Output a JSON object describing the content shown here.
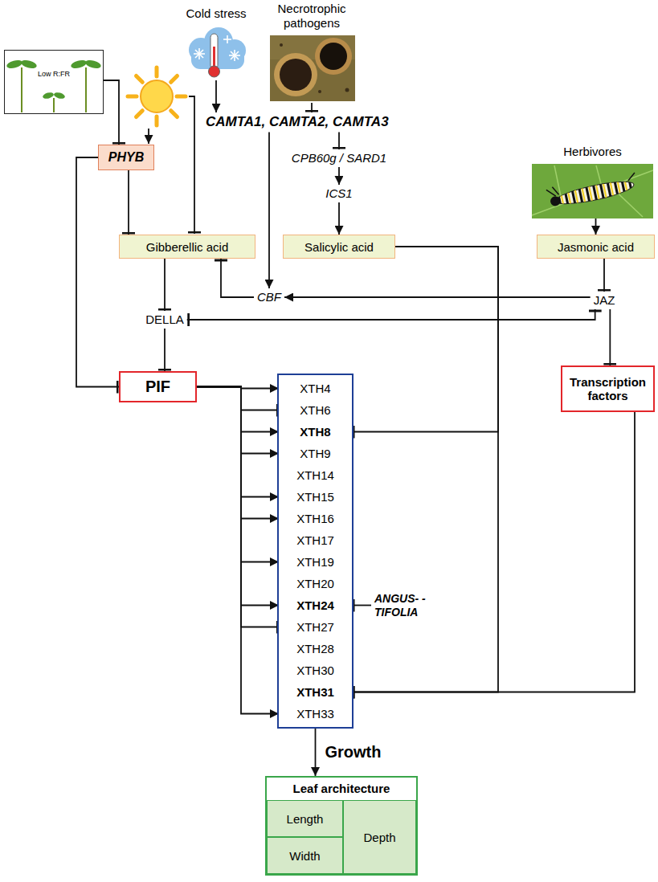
{
  "diagram": {
    "nodes": [
      {
        "text": [
          "Cold stress"
        ]
      },
      {
        "text": [
          "Necrotrophic pathogens"
        ]
      },
      {
        "text": [
          "Low R:FR"
        ]
      },
      {
        "text": [
          "CAMTA1, CAMTA2, CAMTA3"
        ]
      },
      {
        "text": [
          "CPB60g / SARD1"
        ]
      },
      {
        "text": [
          "PHYB"
        ]
      },
      {
        "text": [
          "Herbivores"
        ]
      },
      {
        "text": [
          "ICS1"
        ]
      },
      {
        "text": [
          "Gibberellic acid"
        ]
      },
      {
        "text": [
          "Salicylic acid"
        ]
      },
      {
        "text": [
          "Jasmonic acid"
        ]
      },
      {
        "text": [
          "CBF"
        ]
      },
      {
        "text": [
          "JAZ"
        ]
      },
      {
        "text": [
          "DELLA"
        ]
      },
      {
        "text": [
          "PIF"
        ]
      },
      {
        "text": [
          "Transcription factors"
        ]
      },
      {
        "text": []
      },
      {
        "text": [
          "XTH4"
        ],
        "in": 16
      },
      {
        "text": [
          "XTH6"
        ],
        "in": 16
      },
      {
        "text": [
          "XTH8"
        ],
        "in": 16
      },
      {
        "text": [
          "XTH9"
        ],
        "in": 16
      },
      {
        "text": [
          "XTH14"
        ],
        "in": 16
      },
      {
        "text": [
          "XTH15"
        ],
        "in": 16
      },
      {
        "text": [
          "XTH16"
        ],
        "in": 16
      },
      {
        "text": [
          "XTH17"
        ],
        "in": 16
      },
      {
        "text": [
          "XTH19"
        ],
        "in": 16
      },
      {
        "text": [
          "XTH20"
        ],
        "in": 16
      },
      {
        "text": [
          "XTH24"
        ],
        "in": 16
      },
      {
        "text": [
          "XTH27"
        ],
        "in": 16
      },
      {
        "text": [
          "XTH28"
        ],
        "in": 16
      },
      {
        "text": [
          "XTH30"
        ],
        "in": 16
      },
      {
        "text": [
          "XTH31"
        ],
        "in": 16
      },
      {
        "text": [
          "XTH33"
        ],
        "in": 16
      },
      {
        "text": [
          "ANGUS- -TIFOLIA"
        ]
      },
      {
        "text": [
          "Leaf architecture"
        ]
      },
      {
        "text": [
          "Length"
        ],
        "in": 34
      },
      {
        "text": [
          "Width"
        ],
        "in": 34
      },
      {
        "text": [
          "Depth"
        ],
        "in": 34
      }
    ],
    "edges": [
      {
        "from": 2,
        "to": 5,
        "arrow": "to"
      },
      {
        "from": 0,
        "to": 3,
        "arrow": "to"
      },
      {
        "from": 1,
        "to": 3,
        "arrow": "to"
      },
      {
        "from": 3,
        "to": 4,
        "arrow": "to"
      },
      {
        "from": 4,
        "to": 7,
        "arrow": "to"
      },
      {
        "from": 7,
        "to": 9,
        "arrow": "to"
      },
      {
        "from": 3,
        "to": 11,
        "arrow": "to"
      },
      {
        "from": 5,
        "to": 8,
        "arrow": "to"
      },
      {
        "from": 5,
        "to": 14,
        "arrow": "to"
      },
      {
        "from": 6,
        "to": 10,
        "arrow": "to"
      },
      {
        "from": 8,
        "to": 13,
        "arrow": "to"
      },
      {
        "from": 13,
        "to": 14,
        "arrow": "to"
      },
      {
        "from": 11,
        "to": 8,
        "arrow": "to"
      },
      {
        "from": 10,
        "to": 12,
        "arrow": "to"
      },
      {
        "from": 12,
        "to": 11,
        "arrow": "to"
      },
      {
        "from": 13,
        "to": 12,
        "arrow": "both"
      },
      {
        "from": 12,
        "to": 15,
        "arrow": "to"
      },
      {
        "from": 14,
        "to": 17,
        "arrow": "to"
      },
      {
        "from": 14,
        "to": 18,
        "arrow": "to"
      },
      {
        "from": 14,
        "to": 19,
        "arrow": "to"
      },
      {
        "from": 14,
        "to": 20,
        "arrow": "to"
      },
      {
        "from": 14,
        "to": 22,
        "arrow": "to"
      },
      {
        "from": 14,
        "to": 23,
        "arrow": "to"
      },
      {
        "from": 14,
        "to": 25,
        "arrow": "to"
      },
      {
        "from": 14,
        "to": 27,
        "arrow": "to"
      },
      {
        "from": 14,
        "to": 28,
        "arrow": "to"
      },
      {
        "from": 14,
        "to": 32,
        "arrow": "to"
      },
      {
        "from": 9,
        "to": 19,
        "arrow": "to"
      },
      {
        "from": 9,
        "to": 31,
        "arrow": "to"
      },
      {
        "from": 15,
        "to": 31,
        "arrow": "to"
      },
      {
        "from": 33,
        "to": 27,
        "arrow": "to"
      },
      {
        "from": 16,
        "to": 34,
        "label": "Growth",
        "arrow": "to"
      }
    ]
  }
}
